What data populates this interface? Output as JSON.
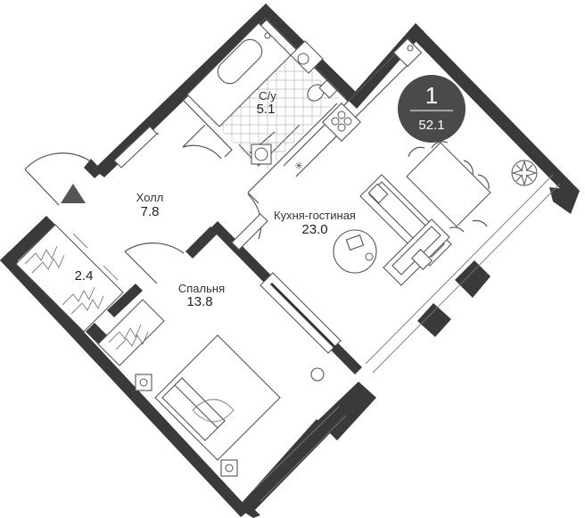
{
  "badge": {
    "rooms": "1",
    "total_area": "52.1",
    "color": "#4a4a4a"
  },
  "rooms": {
    "bathroom": {
      "name": "С/у",
      "area": "5.1"
    },
    "hall": {
      "name": "Холл",
      "area": "7.8"
    },
    "kitchen_living": {
      "name": "Кухня-гостиная",
      "area": "23.0"
    },
    "closet": {
      "area": "2.4"
    },
    "bedroom": {
      "name": "Спальня",
      "area": "13.8"
    }
  },
  "colors": {
    "wall": "#3a3a3a",
    "line": "#555555",
    "background": "#ffffff"
  },
  "icons": [
    "entrance-arrow-icon",
    "plant-icon",
    "outlet-icon"
  ]
}
